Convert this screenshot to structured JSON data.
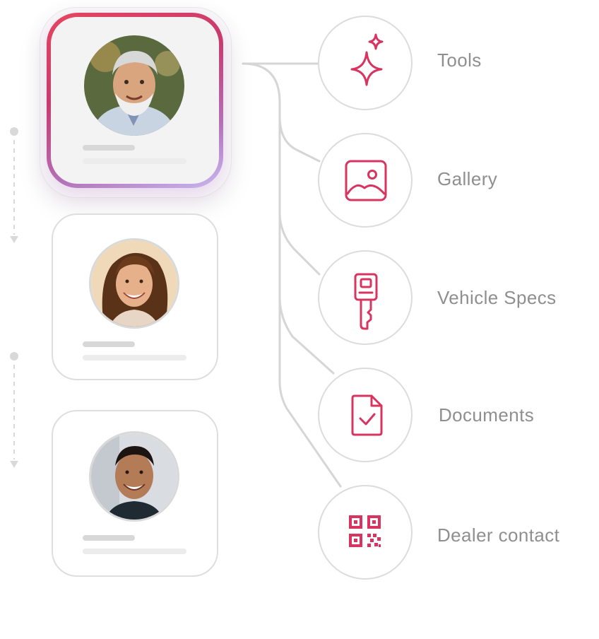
{
  "features": [
    {
      "id": "tools",
      "label": "Tools",
      "icon": "sparkle-icon"
    },
    {
      "id": "gallery",
      "label": "Gallery",
      "icon": "image-icon"
    },
    {
      "id": "vehicle-specs",
      "label": "Vehicle Specs",
      "icon": "car-key-icon"
    },
    {
      "id": "documents",
      "label": "Documents",
      "icon": "document-check-icon"
    },
    {
      "id": "dealer-contact",
      "label": "Dealer contact",
      "icon": "qr-code-icon"
    }
  ],
  "profiles": [
    {
      "id": "profile-1",
      "state": "active",
      "avatar": "avatar-older-man"
    },
    {
      "id": "profile-2",
      "state": "inactive",
      "avatar": "avatar-young-woman"
    },
    {
      "id": "profile-3",
      "state": "inactive",
      "avatar": "avatar-young-man"
    }
  ],
  "colors": {
    "accent": "#d8345f",
    "connector": "#d6d6d6",
    "label": "#8f8f8f",
    "ring_start": "#e7455f",
    "ring_end": "#c7b8f0"
  }
}
